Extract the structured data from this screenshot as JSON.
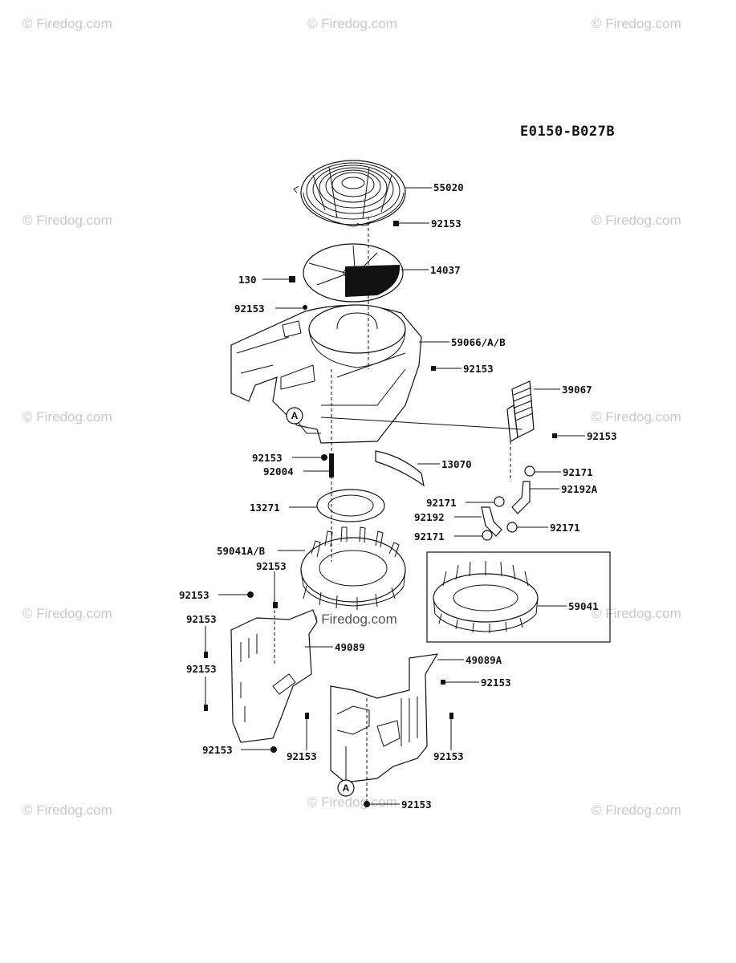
{
  "diagram_code": "E0150-B027B",
  "watermark": {
    "text": "Firedog.com",
    "symbol": "©"
  },
  "callouts": {
    "A_top": "A",
    "A_bottom": "A"
  },
  "labels": {
    "p55020": "55020",
    "p92153_screen": "92153",
    "p130": "130",
    "p14037": "14037",
    "p92153_left_housing": "92153",
    "p59066": "59066/A/B",
    "p92153_right_housing": "92153",
    "p39067": "39067",
    "p92153_oilcooler": "92153",
    "p92153_center": "92153",
    "p92004": "92004",
    "p13070": "13070",
    "p92171_a": "92171",
    "p92192A": "92192A",
    "p92171_b": "92171",
    "p92192": "92192",
    "p92171_c": "92171",
    "p92171_d": "92171",
    "p13271": "13271",
    "p59041AB": "59041A/B",
    "p92153_fan": "92153",
    "p59041": "59041",
    "p92153_shroud_top": "92153",
    "p92153_shroud_left1": "92153",
    "p49089": "49089",
    "p92153_shroud_left2": "92153",
    "p49089A": "49089A",
    "p92153_shroudA_right": "92153",
    "p92153_shroud_bottom": "92153",
    "p92153_shroudA_left": "92153",
    "p92153_shroudA_right2": "92153",
    "p92153_shroudA_bottom": "92153"
  }
}
